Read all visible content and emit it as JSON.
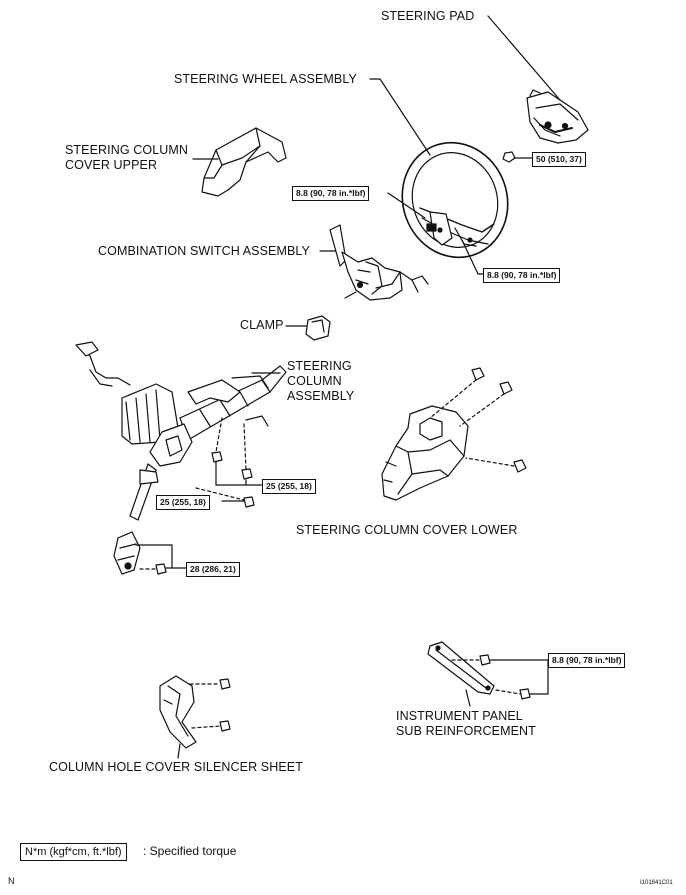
{
  "labels": {
    "steering_pad": "STEERING PAD",
    "steering_wheel_assembly": "STEERING WHEEL ASSEMBLY",
    "steering_column_cover_upper_1": "STEERING COLUMN",
    "steering_column_cover_upper_2": "COVER UPPER",
    "combination_switch_assembly": "COMBINATION SWITCH ASSEMBLY",
    "clamp": "CLAMP",
    "steering_column_assembly_1": "STEERING",
    "steering_column_assembly_2": "COLUMN",
    "steering_column_assembly_3": "ASSEMBLY",
    "steering_column_cover_lower": "STEERING COLUMN COVER LOWER",
    "instrument_panel_1": "INSTRUMENT PANEL",
    "instrument_panel_2": "SUB REINFORCEMENT",
    "column_hole_cover": "COLUMN HOLE COVER SILENCER SHEET"
  },
  "torques": {
    "pad": "50 (510, 37)",
    "wheel_left": "8.8 (90, 78 in.*lbf)",
    "wheel_right": "8.8 (90, 78 in.*lbf)",
    "column_right": "25 (255, 18)",
    "column_left": "25 (255, 18)",
    "shaft": "28 (286, 21)",
    "reinforcement": "8.8 (90, 78 in.*lbf)"
  },
  "legend": {
    "box": "N*m (kgf*cm, ft.*lbf)",
    "text": ": Specified torque"
  },
  "corner_left": "N",
  "corner_code": "I101841C01"
}
